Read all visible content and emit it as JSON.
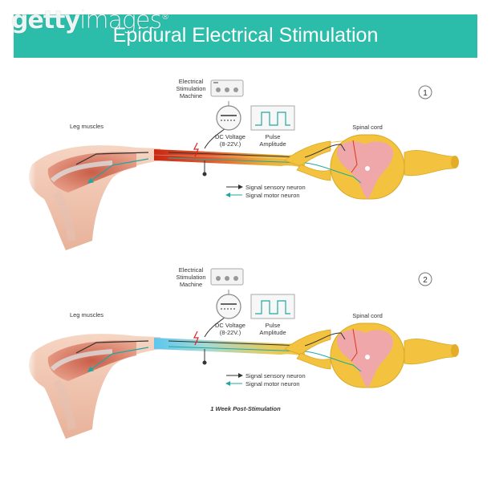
{
  "watermark": {
    "brand_bold": "getty",
    "brand_light": "images",
    "reg": "®"
  },
  "title": "Epidural Electrical Stimulation",
  "panel1": {
    "number": "1",
    "machine_label": [
      "Electrical",
      "Stimulation",
      "Machine"
    ],
    "dc_voltage": [
      "DC Voltage",
      "(8-22V.)"
    ],
    "pulse_amplitude": [
      "Pulse",
      "Amplitude"
    ],
    "leg_muscles": "Leg muscles",
    "spinal_cord": "Spinal cord",
    "legend_sensory": "Signal sensory neuron",
    "legend_motor": "Signal motor neuron"
  },
  "panel2": {
    "number": "2",
    "machine_label": [
      "Electrical",
      "Stimulation",
      "Machine"
    ],
    "dc_voltage": [
      "DC Voltage",
      "(8-22V.)"
    ],
    "pulse_amplitude": [
      "Pulse",
      "Amplitude"
    ],
    "leg_muscles": "Leg muscles",
    "spinal_cord": "Spinal cord",
    "legend_sensory": "Signal sensory neuron",
    "legend_motor": "Signal motor neuron",
    "caption": "1 Week Post-Stimulation"
  },
  "colors": {
    "banner": "#2bbcaa",
    "skin": "#f2c9b3",
    "muscle": "#d86b52",
    "spinal_cord": "#f3c23f",
    "grey_matter": "#f0a7a9",
    "nerve_red": "#d9381e",
    "nerve_blue": "#74d3f0",
    "sensory_arrow": "#333333",
    "motor_arrow": "#20a8a0"
  }
}
